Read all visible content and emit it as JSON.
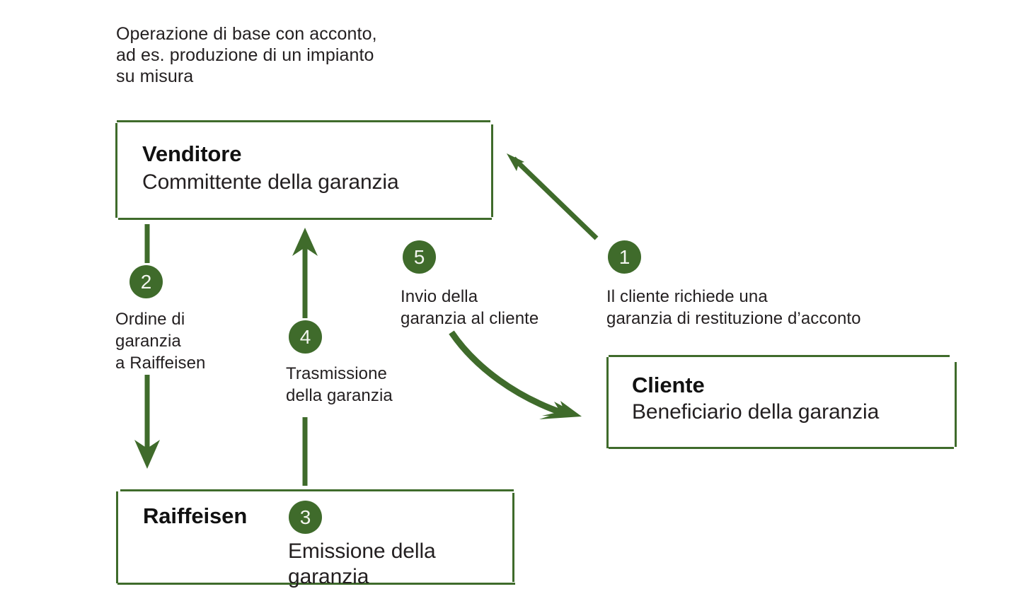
{
  "page": {
    "background_color": "#ffffff",
    "accent_color": "#3f6b2b",
    "text_color": "#231f20"
  },
  "caption": {
    "text": "Operazione di base con acconto,\nad es. produzione di un impianto\nsu misura"
  },
  "actors": {
    "venditore": {
      "title": "Venditore",
      "subtitle": "Committente della garanzia"
    },
    "cliente": {
      "title": "Cliente",
      "subtitle": "Beneficiario della garanzia"
    },
    "raiffeisen": {
      "title": "Raiffeisen",
      "subtitle": "Emissione della garanzia",
      "badge": "3"
    }
  },
  "steps": [
    {
      "number": "1",
      "label": "Il cliente richiede una\ngaranzia di restituzione d’acconto",
      "from": "cliente",
      "to": "venditore",
      "arrow": "straight-up-left"
    },
    {
      "number": "2",
      "label": "Ordine di\ngaranzia\na Raiffeisen",
      "from": "venditore",
      "to": "raiffeisen",
      "arrow": "straight-down"
    },
    {
      "number": "3",
      "label": "Emissione della garanzia",
      "from": "raiffeisen",
      "to": "raiffeisen",
      "arrow": "none"
    },
    {
      "number": "4",
      "label": "Trasmissione\ndella garanzia",
      "from": "raiffeisen",
      "to": "venditore",
      "arrow": "straight-up"
    },
    {
      "number": "5",
      "label": "Invio della\ngaranzia al cliente",
      "from": "venditore",
      "to": "cliente",
      "arrow": "curved-down-right"
    }
  ]
}
